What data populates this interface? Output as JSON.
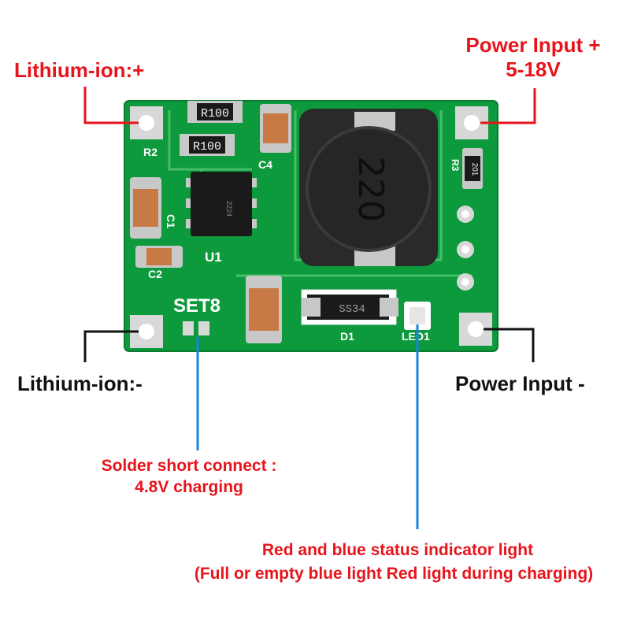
{
  "labels": {
    "lithium_pos": "Lithium-ion:+",
    "power_input_pos_line1": "Power Input +",
    "power_input_pos_line2": "5-18V",
    "lithium_neg": "Lithium-ion:-",
    "power_input_neg": "Power Input -",
    "solder_line1": "Solder short connect :",
    "solder_line2": "4.8V charging",
    "indicator_line1": "Red and blue status indicator light",
    "indicator_line2": "(Full or empty blue light Red light during charging)"
  },
  "board": {
    "inductor_marking": "220",
    "resistor_marking_1": "R100",
    "resistor_marking_2": "R100",
    "resistor_marking_3": "201",
    "diode_marking": "SS34",
    "set_marking": "SET8",
    "silk_r2": "R2",
    "silk_c4": "C4",
    "silk_c1": "C1",
    "silk_c2": "C2",
    "silk_u1": "U1",
    "silk_d1": "D1",
    "silk_led1": "LED1",
    "silk_r3": "R3",
    "ic_marking": "2224"
  },
  "colors": {
    "label_red": "#e8141b",
    "label_black": "#111111",
    "pcb_green": "#0d9a3c",
    "pointer_red": "#e8141b",
    "pointer_blue": "#1a84e0",
    "pointer_black": "#111111"
  }
}
